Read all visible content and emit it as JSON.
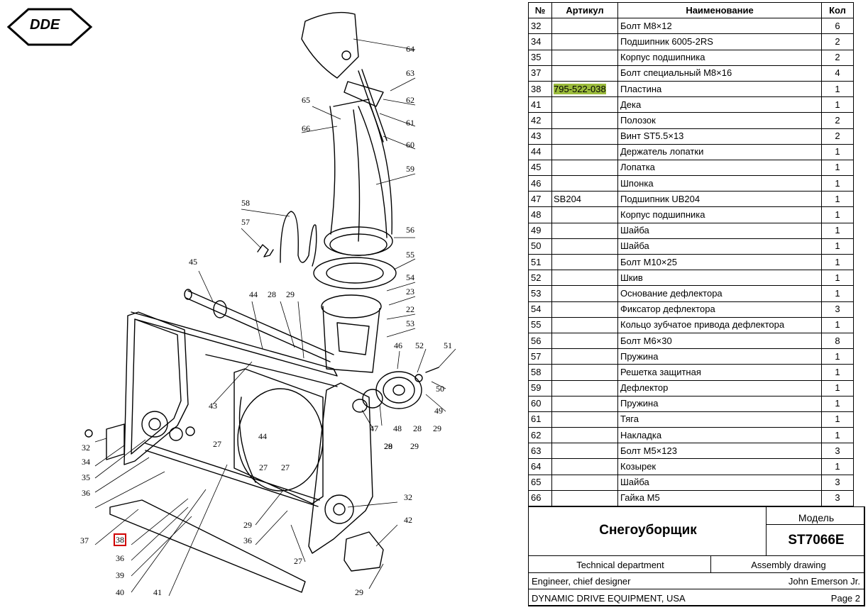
{
  "logo": {
    "text": "DDE"
  },
  "table": {
    "headers": {
      "num": "№",
      "article": "Артикул",
      "name": "Наименование",
      "qty": "Кол"
    },
    "rows": [
      {
        "num": "32",
        "article": "",
        "name": "Болт М8×12",
        "qty": "6"
      },
      {
        "num": "34",
        "article": "",
        "name": "Подшипник 6005-2RS",
        "qty": "2"
      },
      {
        "num": "35",
        "article": "",
        "name": "Корпус подшипника",
        "qty": "2"
      },
      {
        "num": "37",
        "article": "",
        "name": "Болт специальный М8×16",
        "qty": "4"
      },
      {
        "num": "38",
        "article": "795-522-038",
        "name": "Пластина",
        "qty": "1",
        "highlight": true
      },
      {
        "num": "41",
        "article": "",
        "name": "Дека",
        "qty": "1"
      },
      {
        "num": "42",
        "article": "",
        "name": "Полозок",
        "qty": "2"
      },
      {
        "num": "43",
        "article": "",
        "name": "Винт ST5.5×13",
        "qty": "2"
      },
      {
        "num": "44",
        "article": "",
        "name": "Держатель лопатки",
        "qty": "1"
      },
      {
        "num": "45",
        "article": "",
        "name": "Лопатка",
        "qty": "1"
      },
      {
        "num": "46",
        "article": "",
        "name": "Шпонка",
        "qty": "1"
      },
      {
        "num": "47",
        "article": "SB204",
        "name": "Подшипник UB204",
        "qty": "1"
      },
      {
        "num": "48",
        "article": "",
        "name": "Корпус подшипника",
        "qty": "1"
      },
      {
        "num": "49",
        "article": "",
        "name": "Шайба",
        "qty": "1"
      },
      {
        "num": "50",
        "article": "",
        "name": "Шайба",
        "qty": "1"
      },
      {
        "num": "51",
        "article": "",
        "name": "Болт М10×25",
        "qty": "1"
      },
      {
        "num": "52",
        "article": "",
        "name": "Шкив",
        "qty": "1"
      },
      {
        "num": "53",
        "article": "",
        "name": "Основание дефлектора",
        "qty": "1"
      },
      {
        "num": "54",
        "article": "",
        "name": "Фиксатор дефлектора",
        "qty": "3"
      },
      {
        "num": "55",
        "article": "",
        "name": "Кольцо зубчатое привода дефлектора",
        "qty": "1"
      },
      {
        "num": "56",
        "article": "",
        "name": "Болт М6×30",
        "qty": "8"
      },
      {
        "num": "57",
        "article": "",
        "name": "Пружина",
        "qty": "1"
      },
      {
        "num": "58",
        "article": "",
        "name": "Решетка защитная",
        "qty": "1"
      },
      {
        "num": "59",
        "article": "",
        "name": "Дефлектор",
        "qty": "1"
      },
      {
        "num": "60",
        "article": "",
        "name": "Пружина",
        "qty": "1"
      },
      {
        "num": "61",
        "article": "",
        "name": "Тяга",
        "qty": "1"
      },
      {
        "num": "62",
        "article": "",
        "name": "Накладка",
        "qty": "1"
      },
      {
        "num": "63",
        "article": "",
        "name": "Болт М5×123",
        "qty": "3"
      },
      {
        "num": "64",
        "article": "",
        "name": "Козырек",
        "qty": "1"
      },
      {
        "num": "65",
        "article": "",
        "name": "Шайба",
        "qty": "3"
      },
      {
        "num": "66",
        "article": "",
        "name": "Гайка М5",
        "qty": "3"
      }
    ]
  },
  "title_block": {
    "product": "Снегоуборщик",
    "model_label": "Модель",
    "model": "ST7066E",
    "department": "Technical department",
    "drawing_type": "Assembly drawing",
    "role": "Engineer, chief designer",
    "person": "John Emerson Jr.",
    "company": "DYNAMIC DRIVE EQUIPMENT, USA",
    "page": "Page 2"
  },
  "callouts": [
    "64",
    "63",
    "62",
    "61",
    "60",
    "59",
    "65",
    "66",
    "58",
    "57",
    "56",
    "55",
    "54",
    "23",
    "22",
    "53",
    "45",
    "44",
    "28",
    "29",
    "46",
    "52",
    "51",
    "43",
    "50",
    "49",
    "47",
    "48",
    "28",
    "29",
    "27",
    "44",
    "27",
    "27",
    "29",
    "32",
    "34",
    "35",
    "36",
    "28",
    "29",
    "32",
    "37",
    "38",
    "36",
    "39",
    "40",
    "41",
    "29",
    "36",
    "27",
    "42",
    "29"
  ],
  "colors": {
    "highlight": "#9bbb3c",
    "callout_box": "#d00000"
  }
}
